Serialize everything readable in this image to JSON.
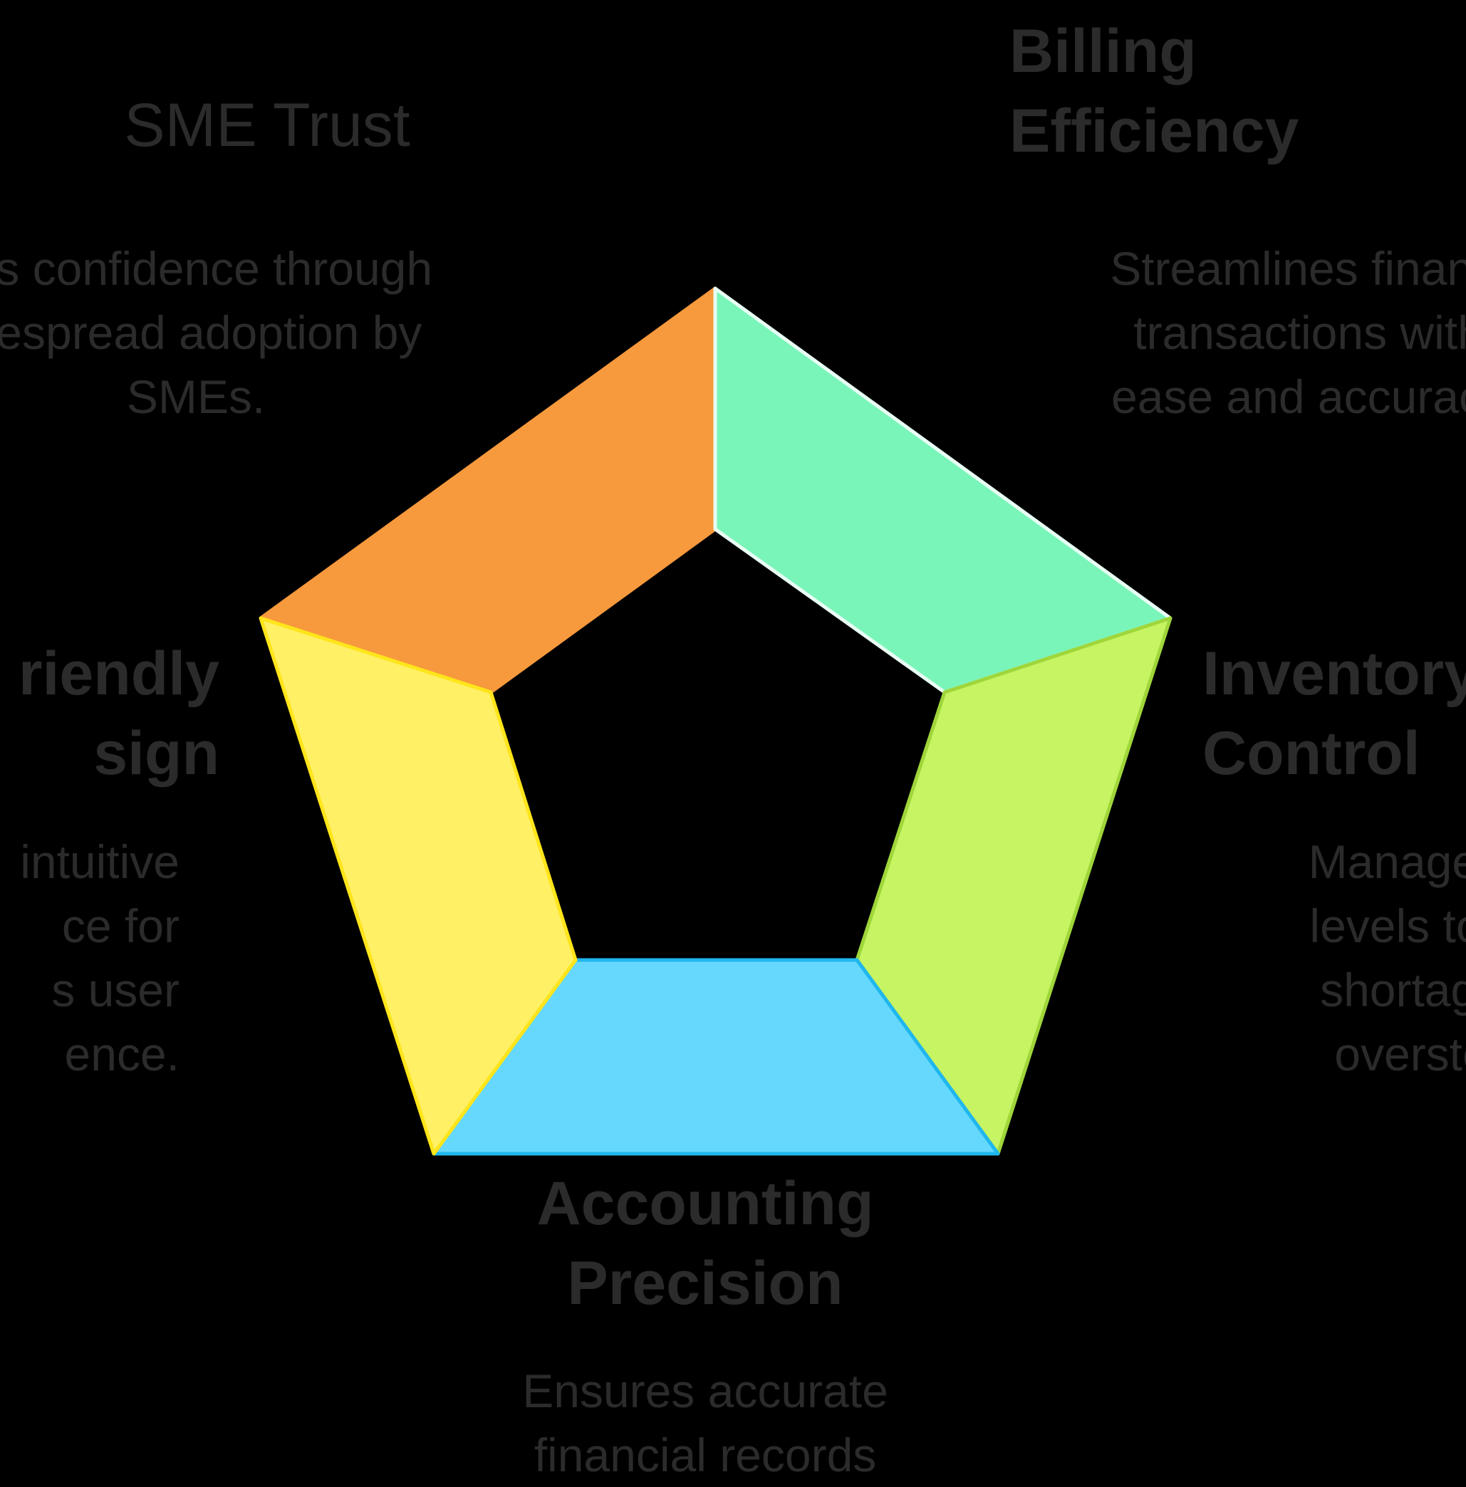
{
  "segments": [
    {
      "id": "sme-trust",
      "title_lines": [
        "SME Trust"
      ],
      "desc_lines": [
        "lds confidence through",
        "despread adoption by",
        "SMEs."
      ],
      "fill": "#f7993d",
      "edge": "#f7993d"
    },
    {
      "id": "billing-efficiency",
      "title_lines": [
        "Billing",
        "Efficiency"
      ],
      "desc_lines": [
        "Streamlines financi",
        "transactions with",
        "ease and accuracy"
      ],
      "fill": "#7af5b9",
      "edge": "#e8fff4"
    },
    {
      "id": "inventory-control",
      "title_lines": [
        "Inventory",
        "Control"
      ],
      "desc_lines": [
        "Manages s",
        "levels to pr",
        "shortages",
        "overstoc"
      ],
      "fill": "#c6f462",
      "edge": "#9fd63a"
    },
    {
      "id": "accounting-precision",
      "title_lines": [
        "Accounting",
        "Precision"
      ],
      "desc_lines": [
        "Ensures accurate",
        "financial records"
      ],
      "fill": "#66d8fd",
      "edge": "#1fb7ee"
    },
    {
      "id": "user-friendly-design",
      "title_lines": [
        "riendly",
        "sign"
      ],
      "desc_lines": [
        "intuitive",
        "ce for",
        "s user",
        "ence."
      ],
      "fill": "#fff066",
      "edge": "#ffe51a"
    }
  ],
  "colors": {
    "background": "#000000",
    "text": "#2b2b2b"
  }
}
